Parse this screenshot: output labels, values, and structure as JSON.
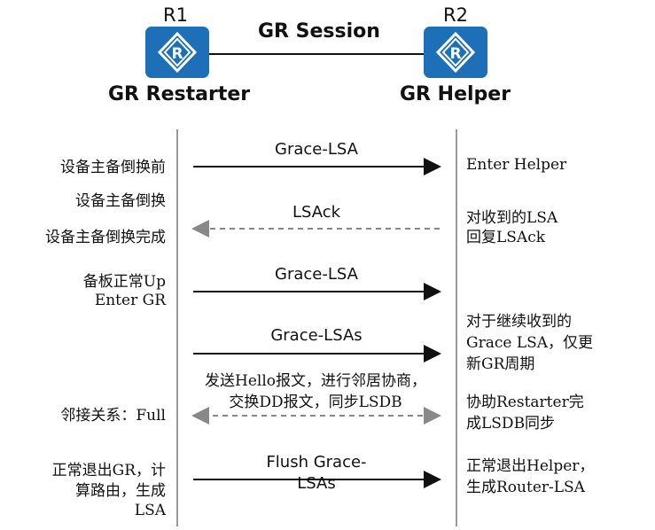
{
  "header": {
    "r1_name": "R1",
    "r2_name": "R2",
    "session_label": "GR Session",
    "r1_role": "GR Restarter",
    "r2_role": "GR Helper"
  },
  "left_notes": [
    "设备主备倒换前",
    "设备主备倒换",
    "设备主备倒换完成",
    "备板正常Up",
    "Enter GR",
    "邻接关系：Full",
    "正常退出GR，计",
    "算路由，生成",
    "LSA"
  ],
  "right_notes": [
    "Enter Helper",
    "对收到的LSA",
    "回复LSAck",
    "对于继续收到的",
    "Grace LSA，仅更",
    "新GR周期",
    "协助Restarter完",
    "成LSDB同步",
    "正常退出Helper，",
    "生成Router-LSA"
  ],
  "messages": [
    {
      "label": "Grace-LSA",
      "direction": "right",
      "style": "solid"
    },
    {
      "label": "LSAck",
      "direction": "left",
      "style": "dashed"
    },
    {
      "label": "Grace-LSA",
      "direction": "right",
      "style": "solid"
    },
    {
      "label": "Grace-LSAs",
      "direction": "right",
      "style": "solid"
    },
    {
      "label": "发送Hello报文，进行邻居协商，",
      "label2": "交换DD报文，同步LSDB",
      "direction": "both",
      "style": "dashed"
    },
    {
      "label": "Flush Grace-",
      "label2": "LSAs",
      "direction": "right",
      "style": "solid"
    }
  ],
  "colors": {
    "router_fill": "#1d6fb8",
    "solid_arrow": "#111111",
    "dashed_arrow": "#888888",
    "lifeline": "#999999"
  },
  "icons": [
    "router-icon"
  ]
}
